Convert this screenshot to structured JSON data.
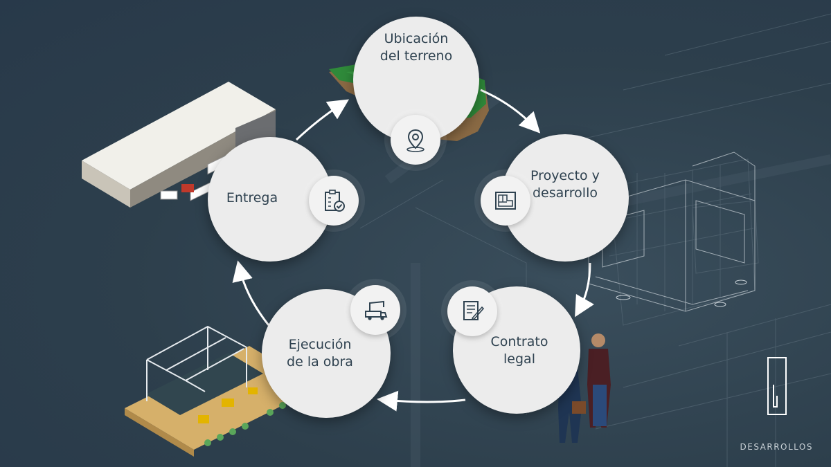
{
  "steps": [
    {
      "id": "ubicacion",
      "line1": "Ubicación",
      "line2": "del terreno",
      "icon": "location-pin-icon"
    },
    {
      "id": "proyecto",
      "line1": "Proyecto y",
      "line2": "desarrollo",
      "icon": "blueprint-icon"
    },
    {
      "id": "contrato",
      "line1": "Contrato",
      "line2": "legal",
      "icon": "contract-signing-icon"
    },
    {
      "id": "ejecucion",
      "line1": "Ejecución",
      "line2": "de la obra",
      "icon": "crane-truck-icon"
    },
    {
      "id": "entrega",
      "line1": "Entrega",
      "line2": "",
      "icon": "checklist-icon"
    }
  ],
  "brand": {
    "name": "DESARROLLOS"
  },
  "colors": {
    "background": "#2f4250",
    "node": "#ececec",
    "text": "#2f4250",
    "arrow": "#ffffff",
    "grass": "#2f8a3a",
    "soil": "#8a6a44"
  }
}
